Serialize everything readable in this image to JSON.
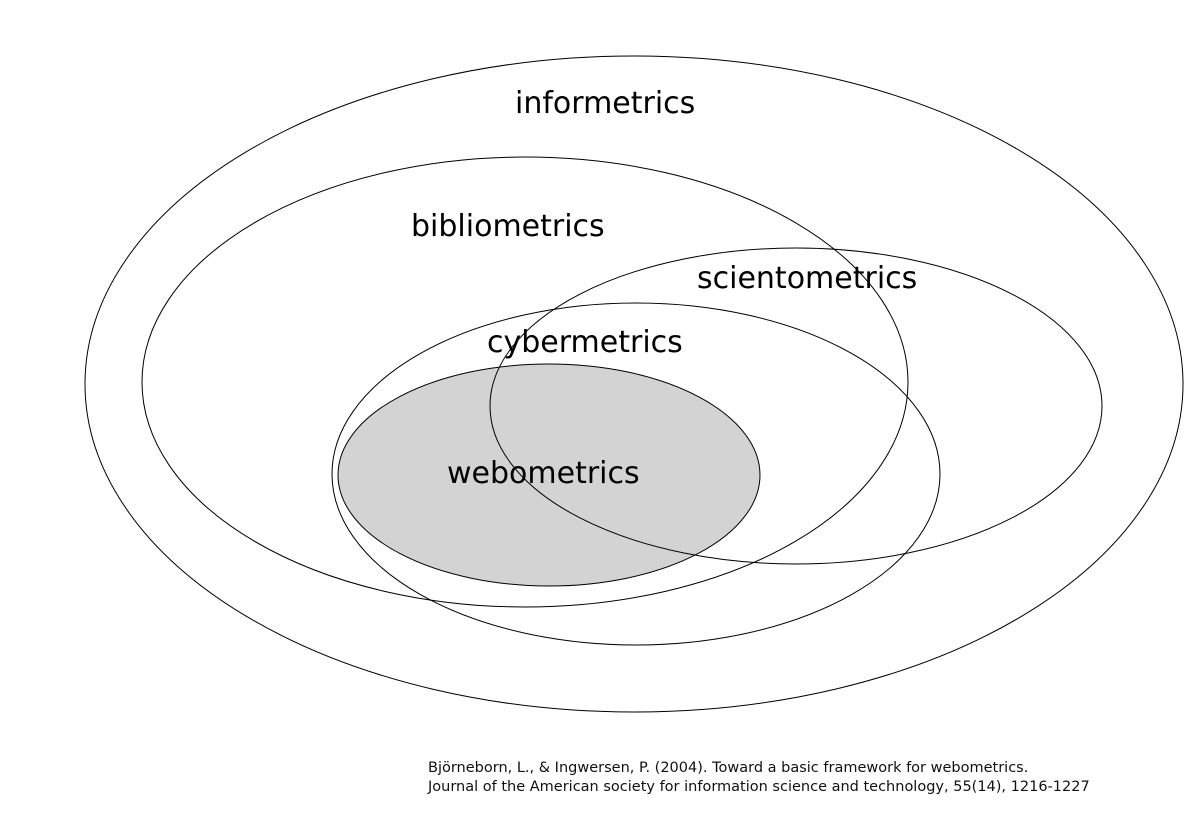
{
  "diagram": {
    "sets": [
      {
        "id": "informetrics",
        "label": "informetrics",
        "fill": "none"
      },
      {
        "id": "bibliometrics",
        "label": "bibliometrics",
        "fill": "none"
      },
      {
        "id": "scientometrics",
        "label": "scientometrics",
        "fill": "none"
      },
      {
        "id": "cybermetrics",
        "label": "cybermetrics",
        "fill": "none"
      },
      {
        "id": "webometrics",
        "label": "webometrics",
        "fill": "#d3d3d3"
      }
    ],
    "citation": {
      "line1": "Björneborn, L., & Ingwersen, P. (2004). Toward a basic framework for webometrics.",
      "line2": "Journal of the American society for information science and technology, 55(14), 1216-1227"
    }
  }
}
